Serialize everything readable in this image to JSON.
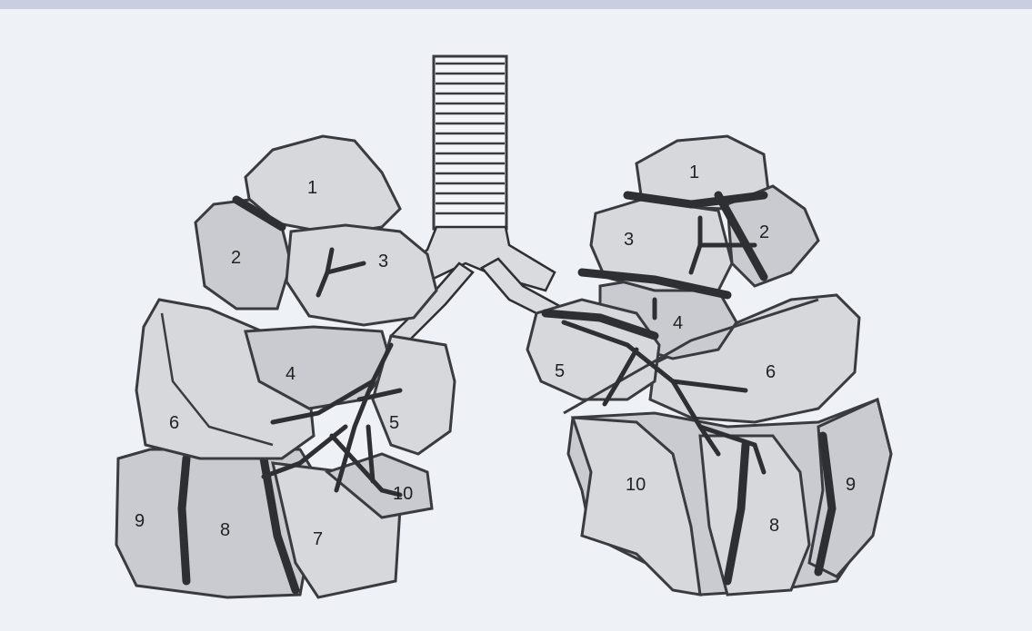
{
  "diagram": {
    "right_lung_labels": [
      "1",
      "2",
      "3",
      "4",
      "5",
      "6",
      "7",
      "8",
      "9",
      "10"
    ],
    "left_lung_labels": [
      "1",
      "2",
      "3",
      "4",
      "5",
      "6",
      "8",
      "9",
      "10"
    ]
  }
}
